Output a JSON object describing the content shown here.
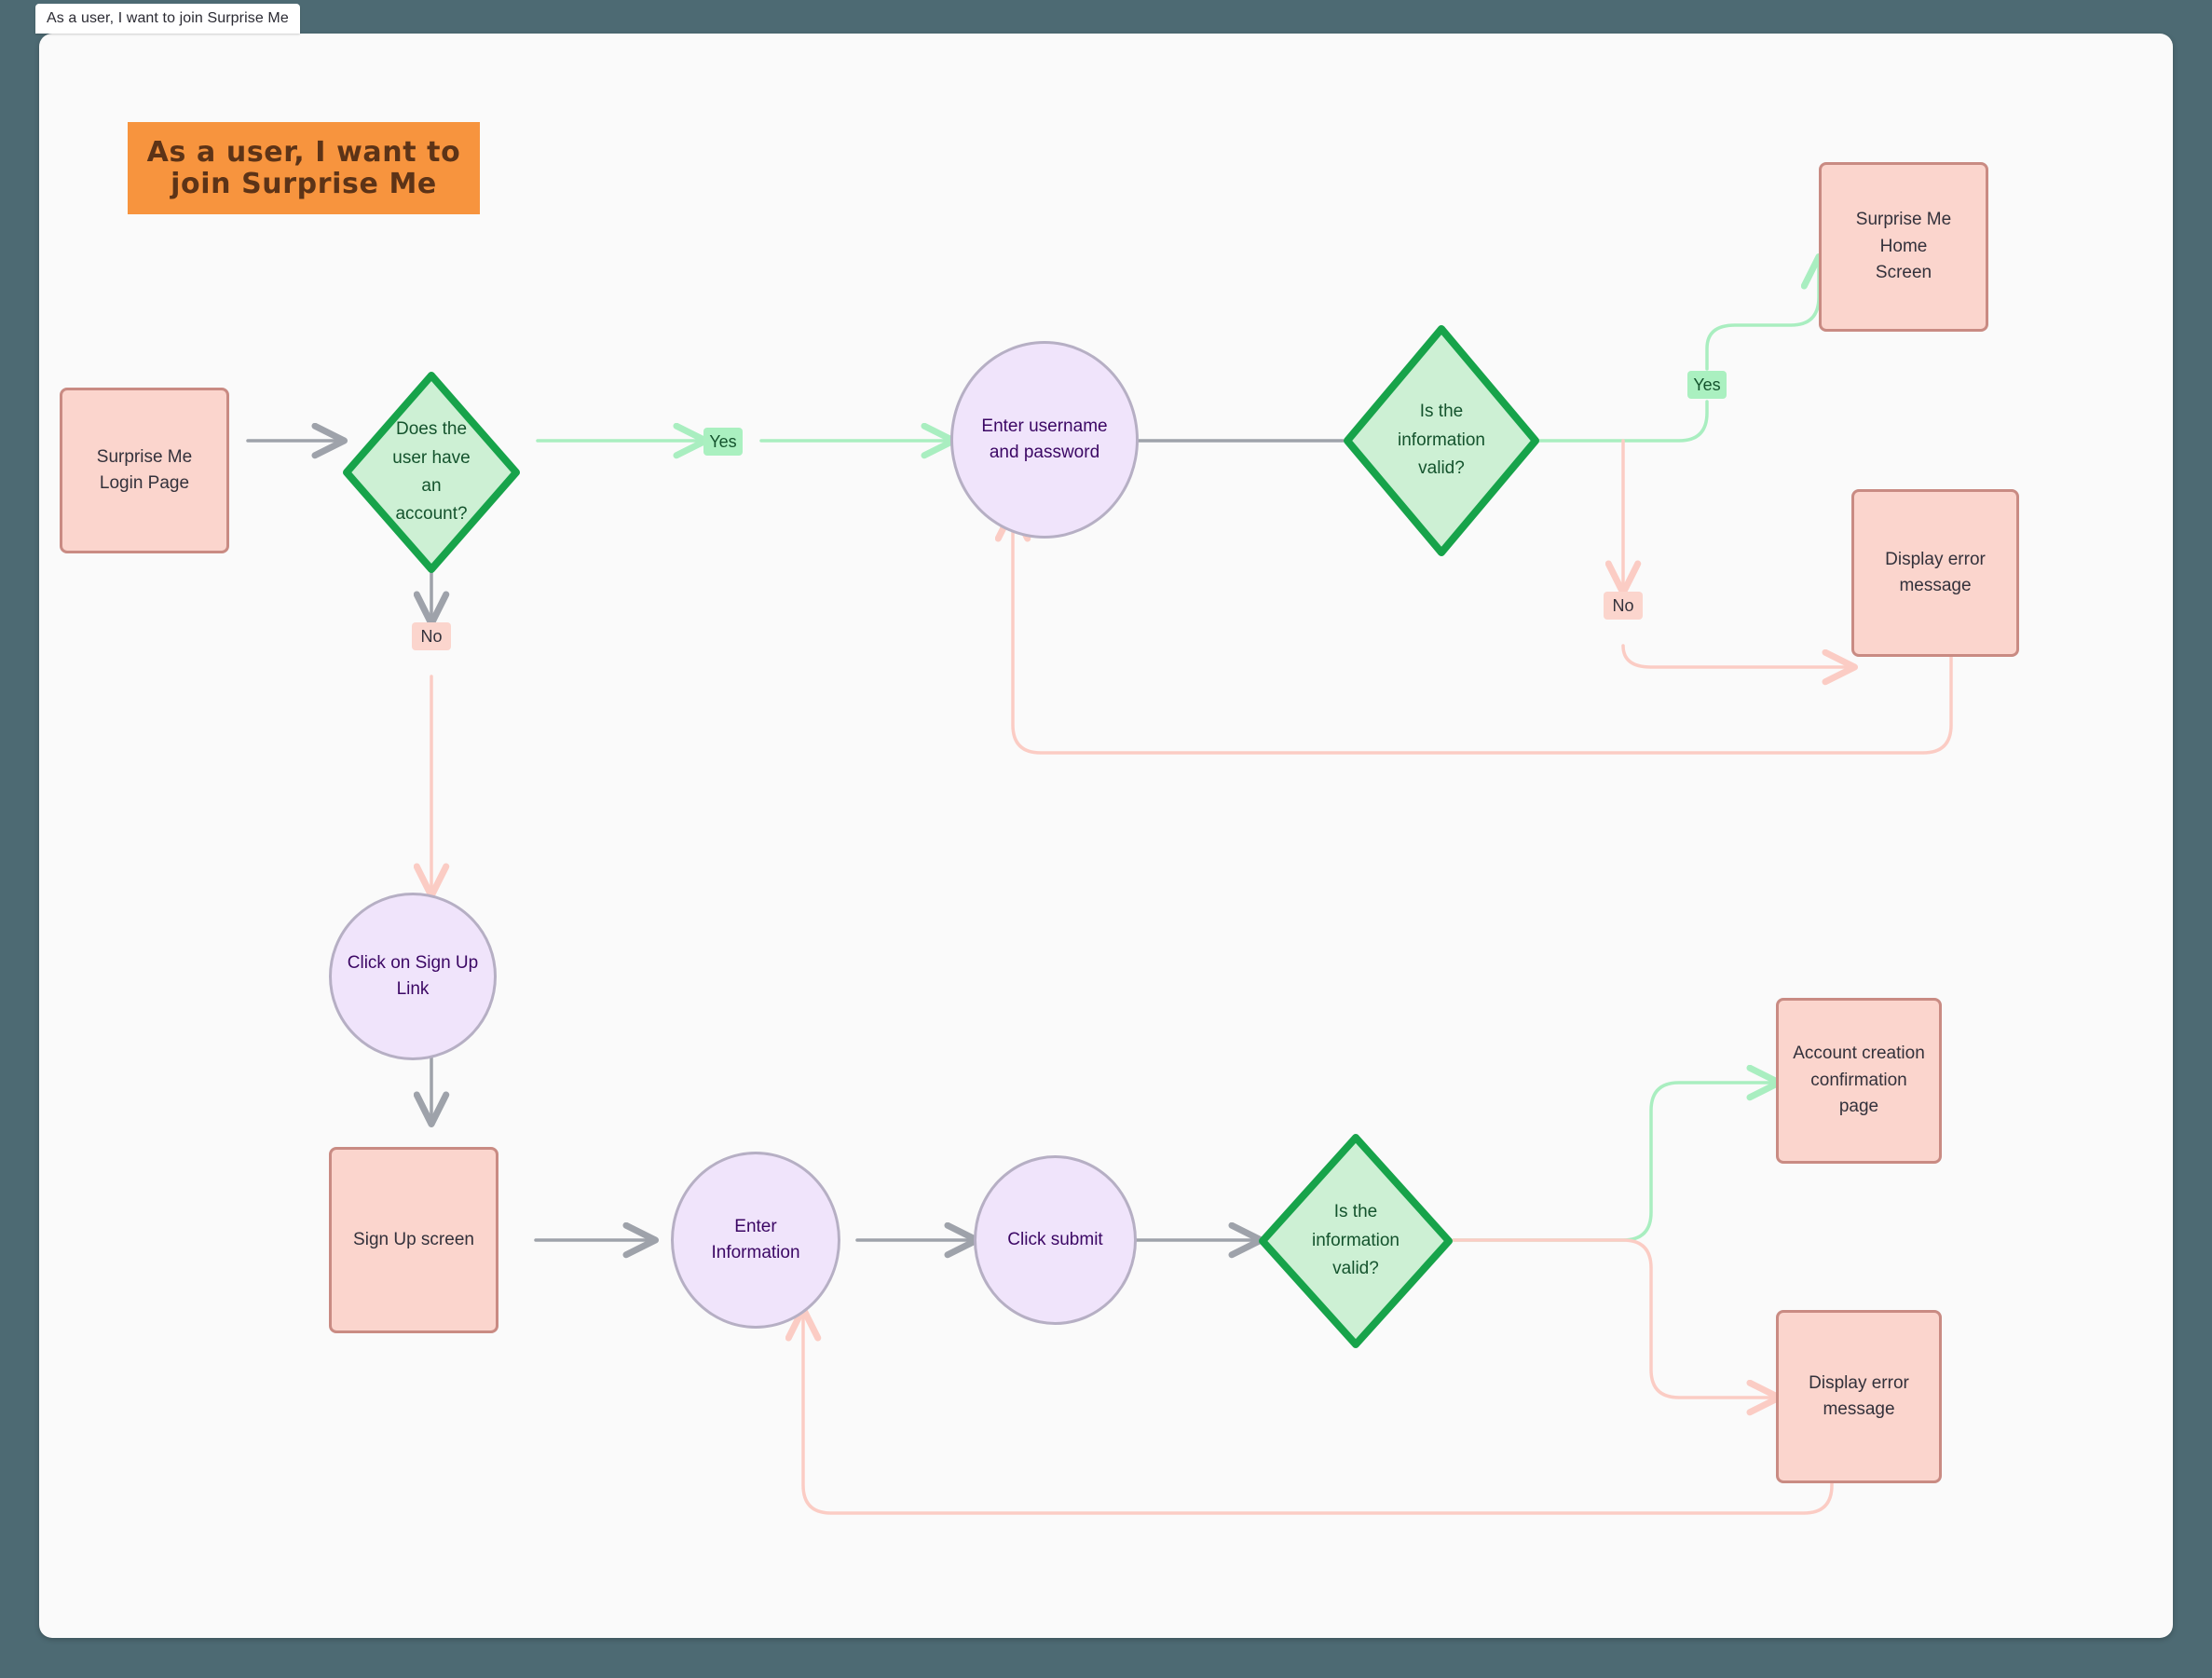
{
  "window": {
    "background_color": "#4d6a73",
    "tab_label": "As a user, I want to join Surprise Me"
  },
  "canvas": {
    "background_color": "#fafafa"
  },
  "sticky_note": {
    "text": "As a user, I want to join Surprise Me",
    "background_color": "#f7943e",
    "text_color": "#5c3317"
  },
  "palette": {
    "rect_fill": "#fbd5cd",
    "rect_stroke": "#c98b83",
    "circle_fill": "#f0e4fb",
    "circle_stroke": "#b6afc4",
    "diamond_fill": "#cdf0d4",
    "diamond_stroke": "#17a34a",
    "edge_gray": "#9ea2aa",
    "edge_green": "#a9eec0",
    "edge_pink": "#fbccc4",
    "label_yes_bg": "#aaf0c0",
    "label_no_bg": "#fbd5cd"
  },
  "flow": {
    "nodes": [
      {
        "id": "login-page",
        "shape": "rect",
        "label": "Surprise Me\nLogin Page"
      },
      {
        "id": "has-account",
        "shape": "diamond",
        "label": "Does the\nuser have\nan\naccount?"
      },
      {
        "id": "enter-credentials",
        "shape": "circle",
        "label": "Enter username\nand password"
      },
      {
        "id": "login-valid",
        "shape": "diamond",
        "label": "Is the\ninformation\nvalid?"
      },
      {
        "id": "home-screen",
        "shape": "rect",
        "label": "Surprise Me Home\nScreen"
      },
      {
        "id": "login-error",
        "shape": "rect",
        "label": "Display error\nmessage"
      },
      {
        "id": "click-signup",
        "shape": "circle",
        "label": "Click on Sign Up\nLink"
      },
      {
        "id": "signup-screen",
        "shape": "rect",
        "label": "Sign Up screen"
      },
      {
        "id": "enter-information",
        "shape": "circle",
        "label": "Enter\nInformation"
      },
      {
        "id": "click-submit",
        "shape": "circle",
        "label": "Click submit"
      },
      {
        "id": "signup-valid",
        "shape": "diamond",
        "label": "Is the\ninformation\nvalid?"
      },
      {
        "id": "confirmation-page",
        "shape": "rect",
        "label": "Account creation\nconfirmation page"
      },
      {
        "id": "signup-error",
        "shape": "rect",
        "label": "Display error\nmessage"
      }
    ],
    "edge_labels": [
      {
        "id": "has-account-yes",
        "text": "Yes",
        "kind": "yes"
      },
      {
        "id": "has-account-no",
        "text": "No",
        "kind": "no"
      },
      {
        "id": "login-valid-yes",
        "text": "Yes",
        "kind": "yes"
      },
      {
        "id": "login-valid-no",
        "text": "No",
        "kind": "no"
      }
    ]
  }
}
